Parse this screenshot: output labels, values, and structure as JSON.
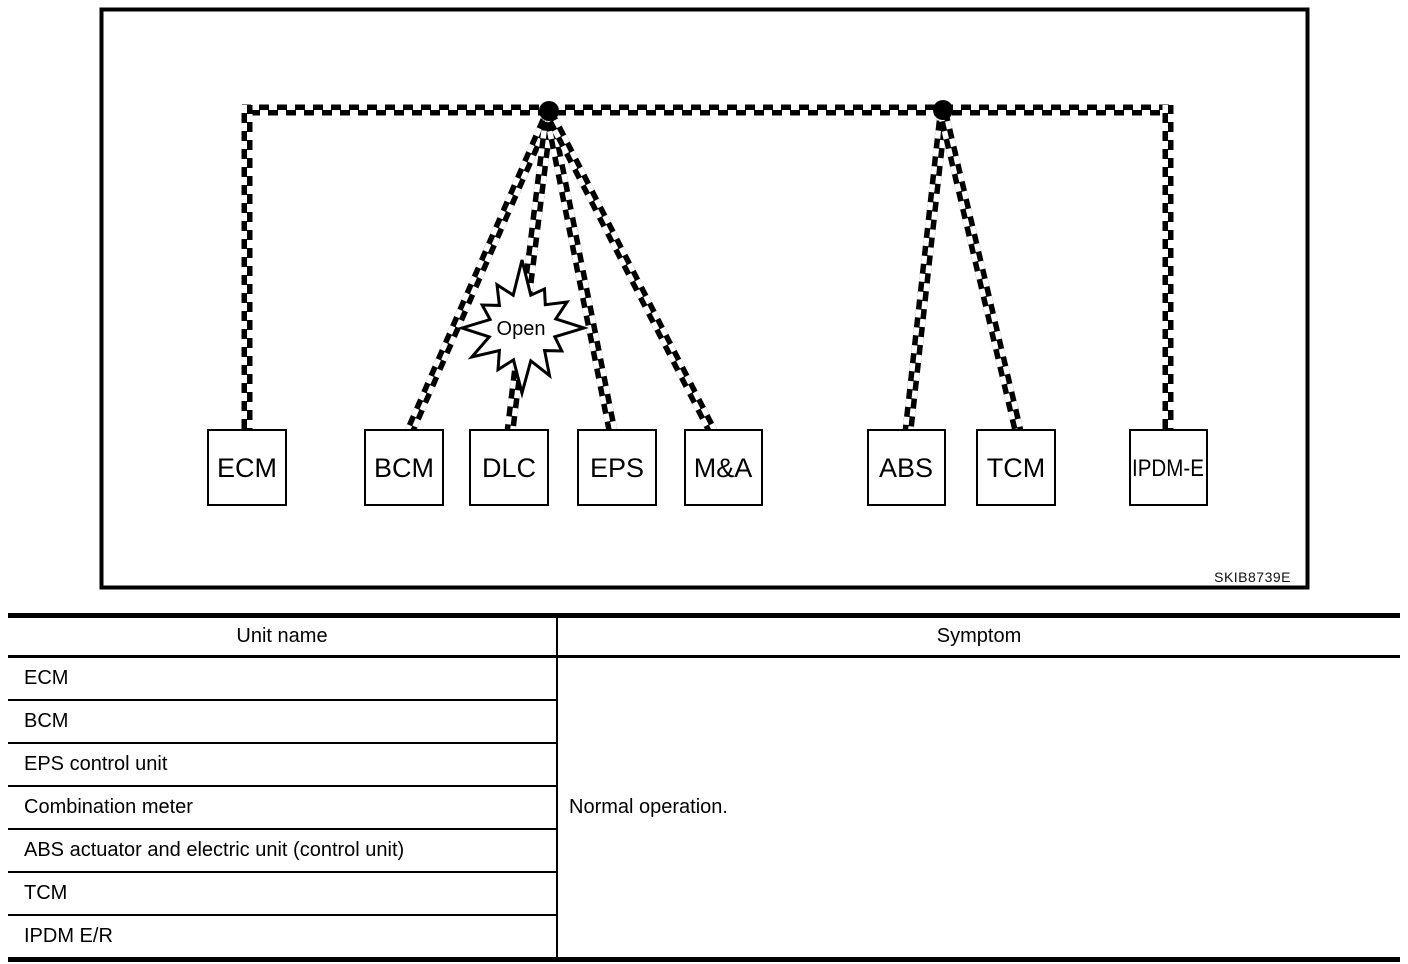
{
  "figure": {
    "caption": "SKIB8739E",
    "fault_label": "Open",
    "nodes": [
      {
        "label": "ECM"
      },
      {
        "label": "BCM"
      },
      {
        "label": "DLC"
      },
      {
        "label": "EPS"
      },
      {
        "label": "M&A"
      },
      {
        "label": "ABS"
      },
      {
        "label": "TCM"
      },
      {
        "label": "IPDM-E"
      }
    ]
  },
  "table": {
    "unit_header": "Unit name",
    "symptom_header": "Symptom",
    "rows": [
      {
        "unit": "ECM"
      },
      {
        "unit": "BCM"
      },
      {
        "unit": "EPS control unit"
      },
      {
        "unit": "Combination meter"
      },
      {
        "unit": "ABS actuator and electric unit (control unit)"
      },
      {
        "unit": "TCM"
      },
      {
        "unit": "IPDM E/R"
      }
    ],
    "symptom_value": "Normal operation."
  },
  "colors": {
    "line": "#000000",
    "background": "#ffffff"
  }
}
